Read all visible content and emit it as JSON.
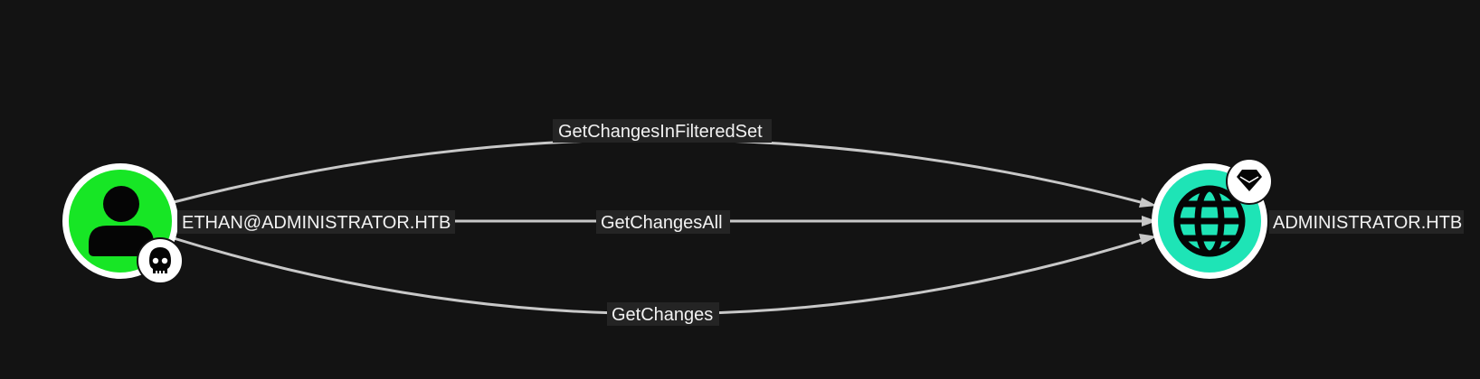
{
  "nodes": {
    "user": {
      "label": "ETHAN@ADMINISTRATOR.HTB",
      "icon": "user-icon",
      "badge_icon": "skull-icon",
      "color": "#17e625"
    },
    "domain": {
      "label": "ADMINISTRATOR.HTB",
      "icon": "globe-icon",
      "badge_icon": "gem-icon",
      "color": "#1ee4b6"
    }
  },
  "edges": [
    {
      "label": "GetChangesInFilteredSet",
      "source": "ETHAN@ADMINISTRATOR.HTB",
      "target": "ADMINISTRATOR.HTB"
    },
    {
      "label": "GetChangesAll",
      "source": "ETHAN@ADMINISTRATOR.HTB",
      "target": "ADMINISTRATOR.HTB"
    },
    {
      "label": "GetChanges",
      "source": "ETHAN@ADMINISTRATOR.HTB",
      "target": "ADMINISTRATOR.HTB"
    }
  ],
  "colors": {
    "background": "#131313",
    "edge": "#c8c8c8",
    "label_background": "#242424",
    "label_text": "#f2f2f2"
  }
}
